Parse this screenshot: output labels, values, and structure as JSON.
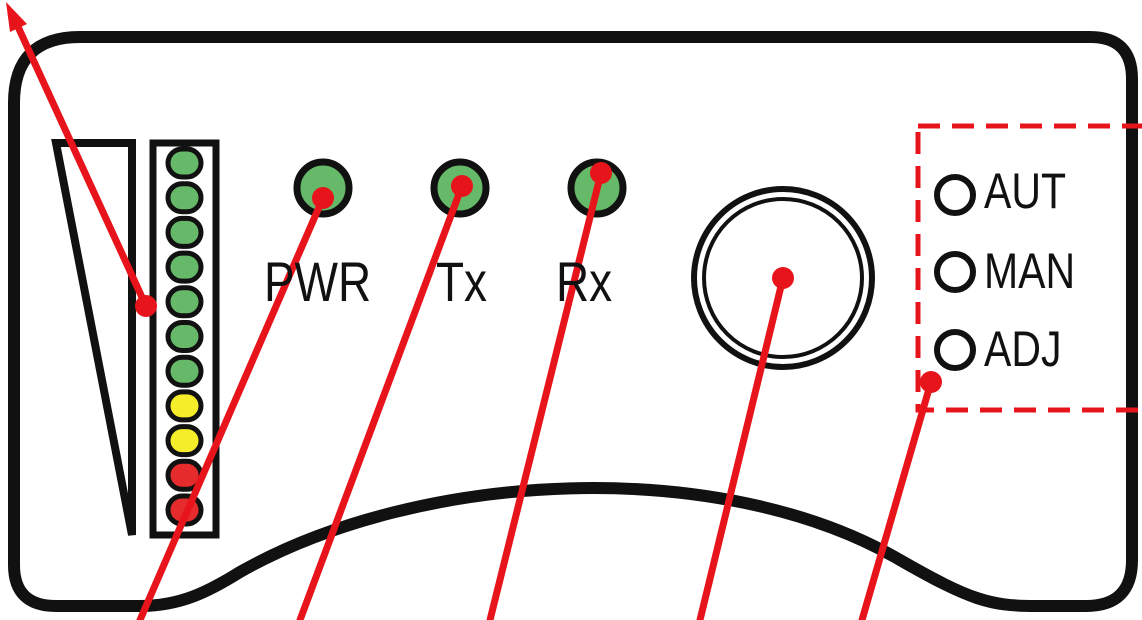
{
  "device": {
    "leds": [
      {
        "label": "PWR",
        "color": "#67b96a"
      },
      {
        "label": "Tx",
        "color": "#67b96a"
      },
      {
        "label": "Rx",
        "color": "#67b96a"
      }
    ],
    "bargraph": {
      "segments": [
        "#67b96a",
        "#67b96a",
        "#67b96a",
        "#67b96a",
        "#67b96a",
        "#67b96a",
        "#67b96a",
        "#f5ec2a",
        "#f5ec2a",
        "#e52b2b",
        "#e52b2b"
      ]
    },
    "mode_indicators": [
      {
        "label": "AUT"
      },
      {
        "label": "MAN"
      },
      {
        "label": "ADJ"
      }
    ]
  },
  "colors": {
    "outline": "#111111",
    "callout": "#e8141b",
    "led_green": "#67b96a",
    "led_yellow": "#f5ec2a",
    "led_red": "#e52b2b"
  }
}
